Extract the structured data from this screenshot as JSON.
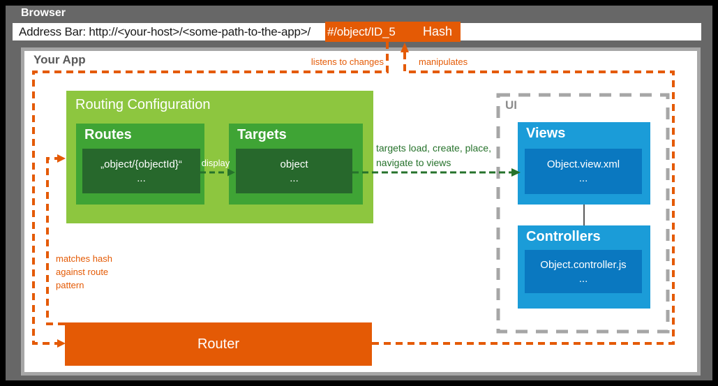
{
  "browser": {
    "label": "Browser",
    "address_prefix": "Address Bar: http://<your-host>/<some-path-to-the-app>/",
    "hash_value": "#/object/ID_5",
    "hash_label": "Hash"
  },
  "app": {
    "label": "Your App",
    "routing_config": {
      "title": "Routing Configuration",
      "routes": {
        "title": "Routes",
        "pattern": "„object/{objectId}“",
        "more": "..."
      },
      "targets": {
        "title": "Targets",
        "target_name": "object",
        "more": "..."
      }
    },
    "ui": {
      "label": "UI",
      "views": {
        "title": "Views",
        "file": "Object.view.xml",
        "more": "..."
      },
      "controllers": {
        "title": "Controllers",
        "file": "Object.controller.js",
        "more": "..."
      }
    },
    "router": {
      "title": "Router"
    }
  },
  "annotations": {
    "listens": "listens to changes",
    "manipulates": "manipulates",
    "matches": "matches hash\nagainst route\npattern",
    "display": "display",
    "targets_flow": "targets load, create, place,\nnavigate to views"
  },
  "colors": {
    "accent_orange": "#e45a05",
    "light_green": "#8dc63f",
    "green": "#3fa435",
    "dark_green": "#27682c",
    "arrow_green": "#26722b",
    "blue": "#1b9cd8",
    "dark_blue": "#0a78c0",
    "frame_gray": "#676767",
    "border_gray": "#a6a6a6"
  }
}
